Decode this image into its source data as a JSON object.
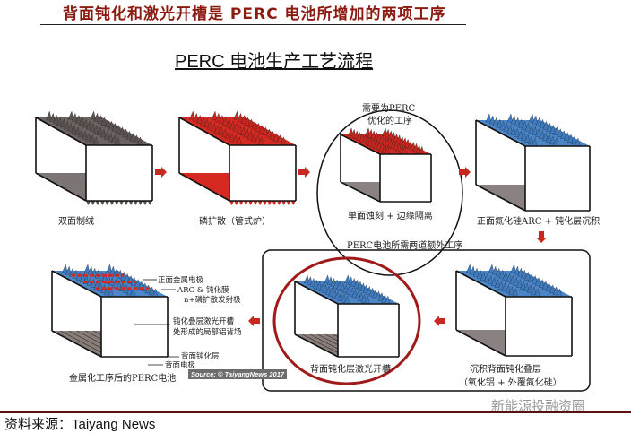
{
  "title": "背面钝化和激光开槽是 PERC 电池所增加的两项工序",
  "subtitle": "PERC 电池生产工艺流程",
  "steps": {
    "s1": "双面制绒",
    "s2": "磷扩散（管式炉）",
    "s3_note1": "需要为PERC",
    "s3_note2": "优化的工序",
    "s3": "单面蚀刻 + 边缘隔离",
    "s4": "正面氮化硅ARC + 钝化层沉积",
    "extra_title": "PERC电池所需两道额外工序",
    "s5_line1": "沉积背面钝化叠层",
    "s5_line2": "（氧化铝 + 外覆氮化硅）",
    "s6": "背面钝化层激光开槽",
    "s7": "金属化工序后的PERC电池"
  },
  "callouts": {
    "front_electrode": "正面金属电极",
    "arc": "ARC & 钝化膜",
    "emitter": "n+磷扩散发射极",
    "bsf1": "钝化叠层激光开槽",
    "bsf2": "处形成的局部铝背场",
    "rear_passivation": "背面钝化层",
    "rear_electrode": "背面电极"
  },
  "source_badge": "Source: © TaiyangNews 2017",
  "source": "资料来源：Taiyang News",
  "watermark": "新能源投融资圈",
  "colors": {
    "red": "#d42a22",
    "blue": "#4a86c8",
    "grey": "#8a8280",
    "accent": "#8b1a10"
  }
}
